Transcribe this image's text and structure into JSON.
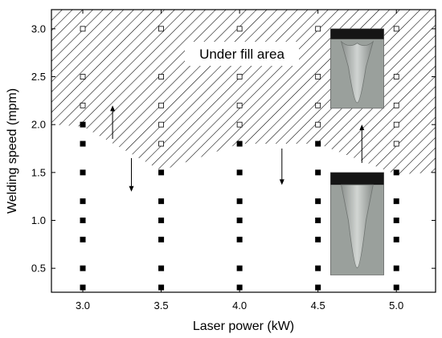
{
  "chart_data": {
    "type": "scatter",
    "title": "",
    "xlabel": "Laser power (kW)",
    "ylabel": "Welding speed (mpm)",
    "xlim": [
      2.8,
      5.25
    ],
    "ylim": [
      0.25,
      3.2
    ],
    "xticks": [
      "3.0",
      "3.5",
      "4.0",
      "4.5",
      "5.0"
    ],
    "yticks": [
      "0.5",
      "1.0",
      "1.5",
      "2.0",
      "2.5",
      "3.0"
    ],
    "grid": false,
    "series": [
      {
        "marker": "filled-square",
        "points": [
          [
            3.0,
            0.3
          ],
          [
            3.0,
            0.5
          ],
          [
            3.0,
            0.8
          ],
          [
            3.0,
            1.0
          ],
          [
            3.0,
            1.2
          ],
          [
            3.0,
            1.5
          ],
          [
            3.0,
            1.8
          ],
          [
            3.0,
            2.0
          ],
          [
            3.5,
            0.3
          ],
          [
            3.5,
            0.5
          ],
          [
            3.5,
            0.8
          ],
          [
            3.5,
            1.0
          ],
          [
            3.5,
            1.2
          ],
          [
            3.5,
            1.5
          ],
          [
            4.0,
            0.3
          ],
          [
            4.0,
            0.5
          ],
          [
            4.0,
            0.8
          ],
          [
            4.0,
            1.0
          ],
          [
            4.0,
            1.2
          ],
          [
            4.0,
            1.5
          ],
          [
            4.0,
            1.8
          ],
          [
            4.5,
            0.3
          ],
          [
            4.5,
            0.5
          ],
          [
            4.5,
            0.8
          ],
          [
            4.5,
            1.0
          ],
          [
            4.5,
            1.2
          ],
          [
            4.5,
            1.5
          ],
          [
            4.5,
            1.8
          ],
          [
            5.0,
            0.3
          ],
          [
            5.0,
            0.5
          ],
          [
            5.0,
            0.8
          ],
          [
            5.0,
            1.0
          ],
          [
            5.0,
            1.2
          ],
          [
            5.0,
            1.5
          ]
        ]
      },
      {
        "marker": "open-square",
        "points": [
          [
            3.0,
            2.2
          ],
          [
            3.0,
            2.5
          ],
          [
            3.0,
            3.0
          ],
          [
            3.5,
            1.8
          ],
          [
            3.5,
            2.0
          ],
          [
            3.5,
            2.2
          ],
          [
            3.5,
            2.5
          ],
          [
            3.5,
            3.0
          ],
          [
            4.0,
            2.0
          ],
          [
            4.0,
            2.2
          ],
          [
            4.0,
            2.5
          ],
          [
            4.0,
            3.0
          ],
          [
            4.5,
            2.0
          ],
          [
            4.5,
            2.2
          ],
          [
            4.5,
            2.5
          ],
          [
            4.5,
            3.0
          ],
          [
            5.0,
            1.8
          ],
          [
            5.0,
            2.0
          ],
          [
            5.0,
            2.2
          ],
          [
            5.0,
            2.5
          ],
          [
            5.0,
            3.0
          ]
        ]
      }
    ],
    "boundary": [
      [
        2.8,
        2.0
      ],
      [
        3.0,
        1.98
      ],
      [
        3.5,
        1.52
      ],
      [
        4.0,
        1.8
      ],
      [
        4.5,
        1.8
      ],
      [
        5.0,
        1.48
      ],
      [
        5.25,
        1.5
      ]
    ],
    "region_label": "Under fill area",
    "arrows": [
      {
        "x": 3.19,
        "from": 1.85,
        "to": 2.2
      },
      {
        "x": 3.31,
        "from": 1.65,
        "to": 1.3
      },
      {
        "x": 4.27,
        "from": 1.75,
        "to": 1.37
      },
      {
        "x": 4.78,
        "from": 1.6,
        "to": 2.0
      }
    ],
    "insets": [
      {
        "name": "under-fill-weld-cross-section",
        "x": [
          4.58,
          4.92
        ],
        "y": [
          2.17,
          3.0
        ]
      },
      {
        "name": "sound-weld-cross-section",
        "x": [
          4.58,
          4.92
        ],
        "y": [
          0.43,
          1.5
        ]
      }
    ]
  }
}
